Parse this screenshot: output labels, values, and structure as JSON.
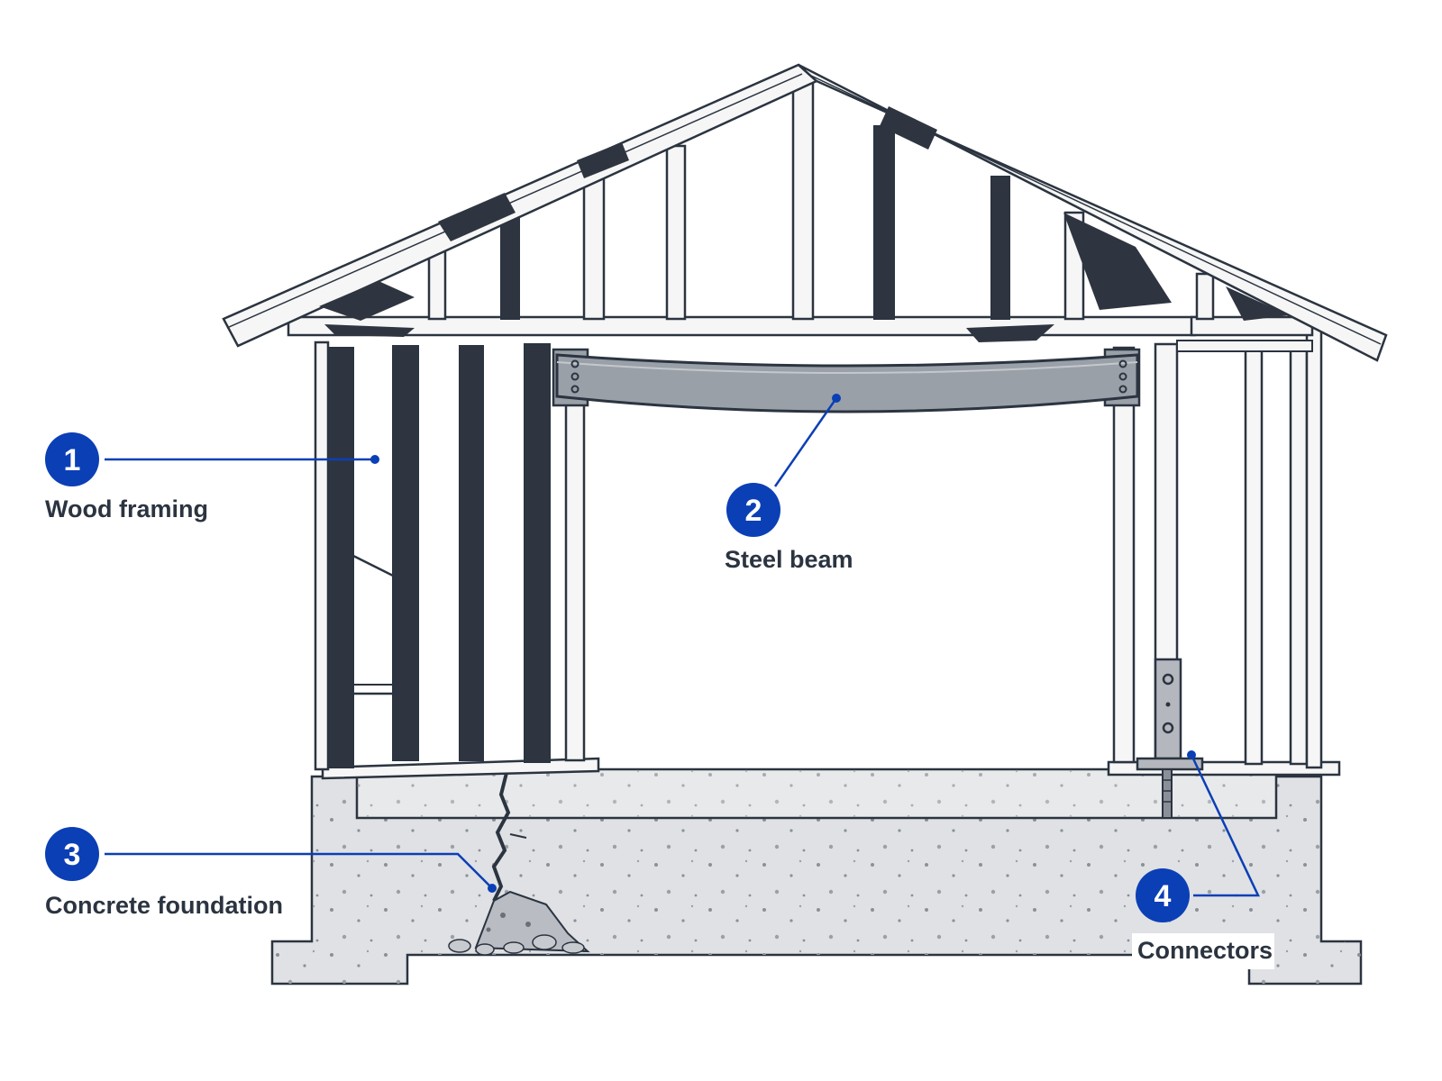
{
  "colors": {
    "accent": "#0b3fb5",
    "ink": "#2b3440",
    "char": "#2f3540",
    "wood": "#f6f6f6",
    "steel": "#9aa0a8",
    "concrete": "#dfe1e4"
  },
  "callouts": [
    {
      "number": "1",
      "label": "Wood framing"
    },
    {
      "number": "2",
      "label": "Steel beam"
    },
    {
      "number": "3",
      "label": "Concrete foundation"
    },
    {
      "number": "4",
      "label": "Connectors"
    }
  ]
}
